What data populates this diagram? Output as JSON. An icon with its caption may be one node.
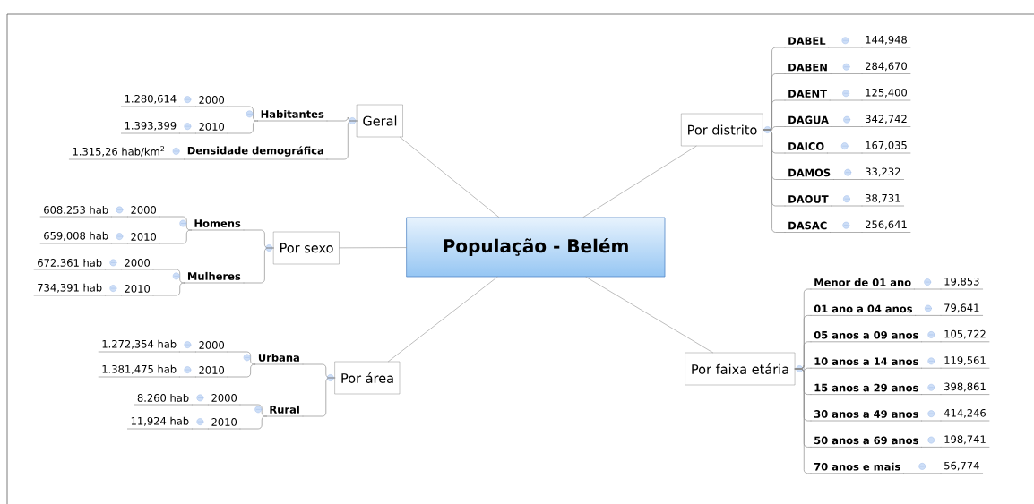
{
  "diagram": {
    "nodes": [
      {
        "text": [
          "População - Belém"
        ]
      },
      {
        "text": [
          "Geral"
        ]
      },
      {
        "text": [
          "Habitantes"
        ]
      },
      {
        "text": [
          "2000"
        ]
      },
      {
        "text": [
          "1.280,614"
        ]
      },
      {
        "text": [
          "2010"
        ]
      },
      {
        "text": [
          "1.393,399"
        ]
      },
      {
        "text": [
          "Densidade demográfica"
        ]
      },
      {
        "text": [
          "1.315,26 hab/km$^{2}$"
        ]
      },
      {
        "text": [
          "Por sexo"
        ]
      },
      {
        "text": [
          "Homens"
        ]
      },
      {
        "text": [
          "2000"
        ]
      },
      {
        "text": [
          "608.253 hab"
        ]
      },
      {
        "text": [
          "2010"
        ]
      },
      {
        "text": [
          "659,008 hab"
        ]
      },
      {
        "text": [
          "Mulheres"
        ]
      },
      {
        "text": [
          "2000"
        ]
      },
      {
        "text": [
          "672.361 hab"
        ]
      },
      {
        "text": [
          "2010"
        ]
      },
      {
        "text": [
          "734,391 hab"
        ]
      },
      {
        "text": [
          "Por área"
        ]
      },
      {
        "text": [
          "Urbana"
        ]
      },
      {
        "text": [
          "2000"
        ]
      },
      {
        "text": [
          "1.272,354 hab"
        ]
      },
      {
        "text": [
          "2010"
        ]
      },
      {
        "text": [
          "1.381,475 hab"
        ]
      },
      {
        "text": [
          "Rural"
        ]
      },
      {
        "text": [
          "2000"
        ]
      },
      {
        "text": [
          "8.260 hab"
        ]
      },
      {
        "text": [
          "2010"
        ]
      },
      {
        "text": [
          "11,924 hab"
        ]
      },
      {
        "text": [
          "Por distrito"
        ]
      },
      {
        "text": [
          "DABEL"
        ]
      },
      {
        "text": [
          "144,948"
        ]
      },
      {
        "text": [
          "DABEN"
        ]
      },
      {
        "text": [
          "284,670"
        ]
      },
      {
        "text": [
          "DAENT"
        ]
      },
      {
        "text": [
          "125,400"
        ]
      },
      {
        "text": [
          "DAGUA"
        ]
      },
      {
        "text": [
          "342,742"
        ]
      },
      {
        "text": [
          "DAICO"
        ]
      },
      {
        "text": [
          "167,035"
        ]
      },
      {
        "text": [
          "DAMOS"
        ]
      },
      {
        "text": [
          "33,232"
        ]
      },
      {
        "text": [
          "DAOUT"
        ]
      },
      {
        "text": [
          "38,731"
        ]
      },
      {
        "text": [
          "DASAC"
        ]
      },
      {
        "text": [
          "256,641"
        ]
      },
      {
        "text": [
          "Por faixa etária"
        ]
      },
      {
        "text": [
          "Menor de 01 ano"
        ]
      },
      {
        "text": [
          "19,853"
        ]
      },
      {
        "text": [
          "01 ano a 04 anos"
        ]
      },
      {
        "text": [
          "79,641"
        ]
      },
      {
        "text": [
          "05 anos a 09 anos"
        ]
      },
      {
        "text": [
          "105,722"
        ]
      },
      {
        "text": [
          "10 anos a 14 anos"
        ]
      },
      {
        "text": [
          "119,561"
        ]
      },
      {
        "text": [
          "15 anos a 29 anos"
        ]
      },
      {
        "text": [
          "398,861"
        ]
      },
      {
        "text": [
          "30 anos a 49 anos"
        ]
      },
      {
        "text": [
          "414,246"
        ]
      },
      {
        "text": [
          "50 anos a 69 anos"
        ]
      },
      {
        "text": [
          "198,741"
        ]
      },
      {
        "text": [
          "70 anos e mais"
        ]
      },
      {
        "text": [
          "56,774"
        ]
      }
    ],
    "edges": [
      {
        "from": 0,
        "to": 1,
        "arrow": "none"
      },
      {
        "from": 0,
        "to": 9,
        "arrow": "none"
      },
      {
        "from": 0,
        "to": 20,
        "arrow": "none"
      },
      {
        "from": 0,
        "to": 31,
        "arrow": "none"
      },
      {
        "from": 0,
        "to": 48,
        "arrow": "none"
      },
      {
        "from": 1,
        "to": 2,
        "arrow": "none"
      },
      {
        "from": 2,
        "to": 3,
        "arrow": "none"
      },
      {
        "from": 3,
        "to": 4,
        "arrow": "none"
      },
      {
        "from": 2,
        "to": 5,
        "arrow": "none"
      },
      {
        "from": 5,
        "to": 6,
        "arrow": "none"
      },
      {
        "from": 1,
        "to": 7,
        "arrow": "none"
      },
      {
        "from": 7,
        "to": 8,
        "arrow": "none"
      },
      {
        "from": 9,
        "to": 10,
        "arrow": "none"
      },
      {
        "from": 10,
        "to": 11,
        "arrow": "none"
      },
      {
        "from": 11,
        "to": 12,
        "arrow": "none"
      },
      {
        "from": 10,
        "to": 13,
        "arrow": "none"
      },
      {
        "from": 13,
        "to": 14,
        "arrow": "none"
      },
      {
        "from": 9,
        "to": 15,
        "arrow": "none"
      },
      {
        "from": 15,
        "to": 16,
        "arrow": "none"
      },
      {
        "from": 16,
        "to": 17,
        "arrow": "none"
      },
      {
        "from": 15,
        "to": 18,
        "arrow": "none"
      },
      {
        "from": 18,
        "to": 19,
        "arrow": "none"
      },
      {
        "from": 20,
        "to": 21,
        "arrow": "none"
      },
      {
        "from": 21,
        "to": 22,
        "arrow": "none"
      },
      {
        "from": 22,
        "to": 23,
        "arrow": "none"
      },
      {
        "from": 21,
        "to": 24,
        "arrow": "none"
      },
      {
        "from": 24,
        "to": 25,
        "arrow": "none"
      },
      {
        "from": 20,
        "to": 26,
        "arrow": "none"
      },
      {
        "from": 26,
        "to": 27,
        "arrow": "none"
      },
      {
        "from": 27,
        "to": 28,
        "arrow": "none"
      },
      {
        "from": 26,
        "to": 29,
        "arrow": "none"
      },
      {
        "from": 29,
        "to": 30,
        "arrow": "none"
      },
      {
        "from": 31,
        "to": 32,
        "arrow": "none"
      },
      {
        "from": 32,
        "to": 33,
        "arrow": "none"
      },
      {
        "from": 31,
        "to": 34,
        "arrow": "none"
      },
      {
        "from": 34,
        "to": 35,
        "arrow": "none"
      },
      {
        "from": 31,
        "to": 36,
        "arrow": "none"
      },
      {
        "from": 36,
        "to": 37,
        "arrow": "none"
      },
      {
        "from": 31,
        "to": 38,
        "arrow": "none"
      },
      {
        "from": 38,
        "to": 39,
        "arrow": "none"
      },
      {
        "from": 31,
        "to": 40,
        "arrow": "none"
      },
      {
        "from": 40,
        "to": 41,
        "arrow": "none"
      },
      {
        "from": 31,
        "to": 42,
        "arrow": "none"
      },
      {
        "from": 42,
        "to": 43,
        "arrow": "none"
      },
      {
        "from": 31,
        "to": 44,
        "arrow": "none"
      },
      {
        "from": 44,
        "to": 45,
        "arrow": "none"
      },
      {
        "from": 31,
        "to": 46,
        "arrow": "none"
      },
      {
        "from": 46,
        "to": 47,
        "arrow": "none"
      },
      {
        "from": 48,
        "to": 49,
        "arrow": "none"
      },
      {
        "from": 49,
        "to": 50,
        "arrow": "none"
      },
      {
        "from": 48,
        "to": 51,
        "arrow": "none"
      },
      {
        "from": 51,
        "to": 52,
        "arrow": "none"
      },
      {
        "from": 48,
        "to": 53,
        "arrow": "none"
      },
      {
        "from": 53,
        "to": 54,
        "arrow": "none"
      },
      {
        "from": 48,
        "to": 55,
        "arrow": "none"
      },
      {
        "from": 55,
        "to": 56,
        "arrow": "none"
      },
      {
        "from": 48,
        "to": 57,
        "arrow": "none"
      },
      {
        "from": 57,
        "to": 58,
        "arrow": "none"
      },
      {
        "from": 48,
        "to": 59,
        "arrow": "none"
      },
      {
        "from": 59,
        "to": 60,
        "arrow": "none"
      },
      {
        "from": 48,
        "to": 61,
        "arrow": "none"
      },
      {
        "from": 61,
        "to": 62,
        "arrow": "none"
      },
      {
        "from": 48,
        "to": 63,
        "arrow": "none"
      },
      {
        "from": 63,
        "to": 64,
        "arrow": "none"
      }
    ]
  }
}
